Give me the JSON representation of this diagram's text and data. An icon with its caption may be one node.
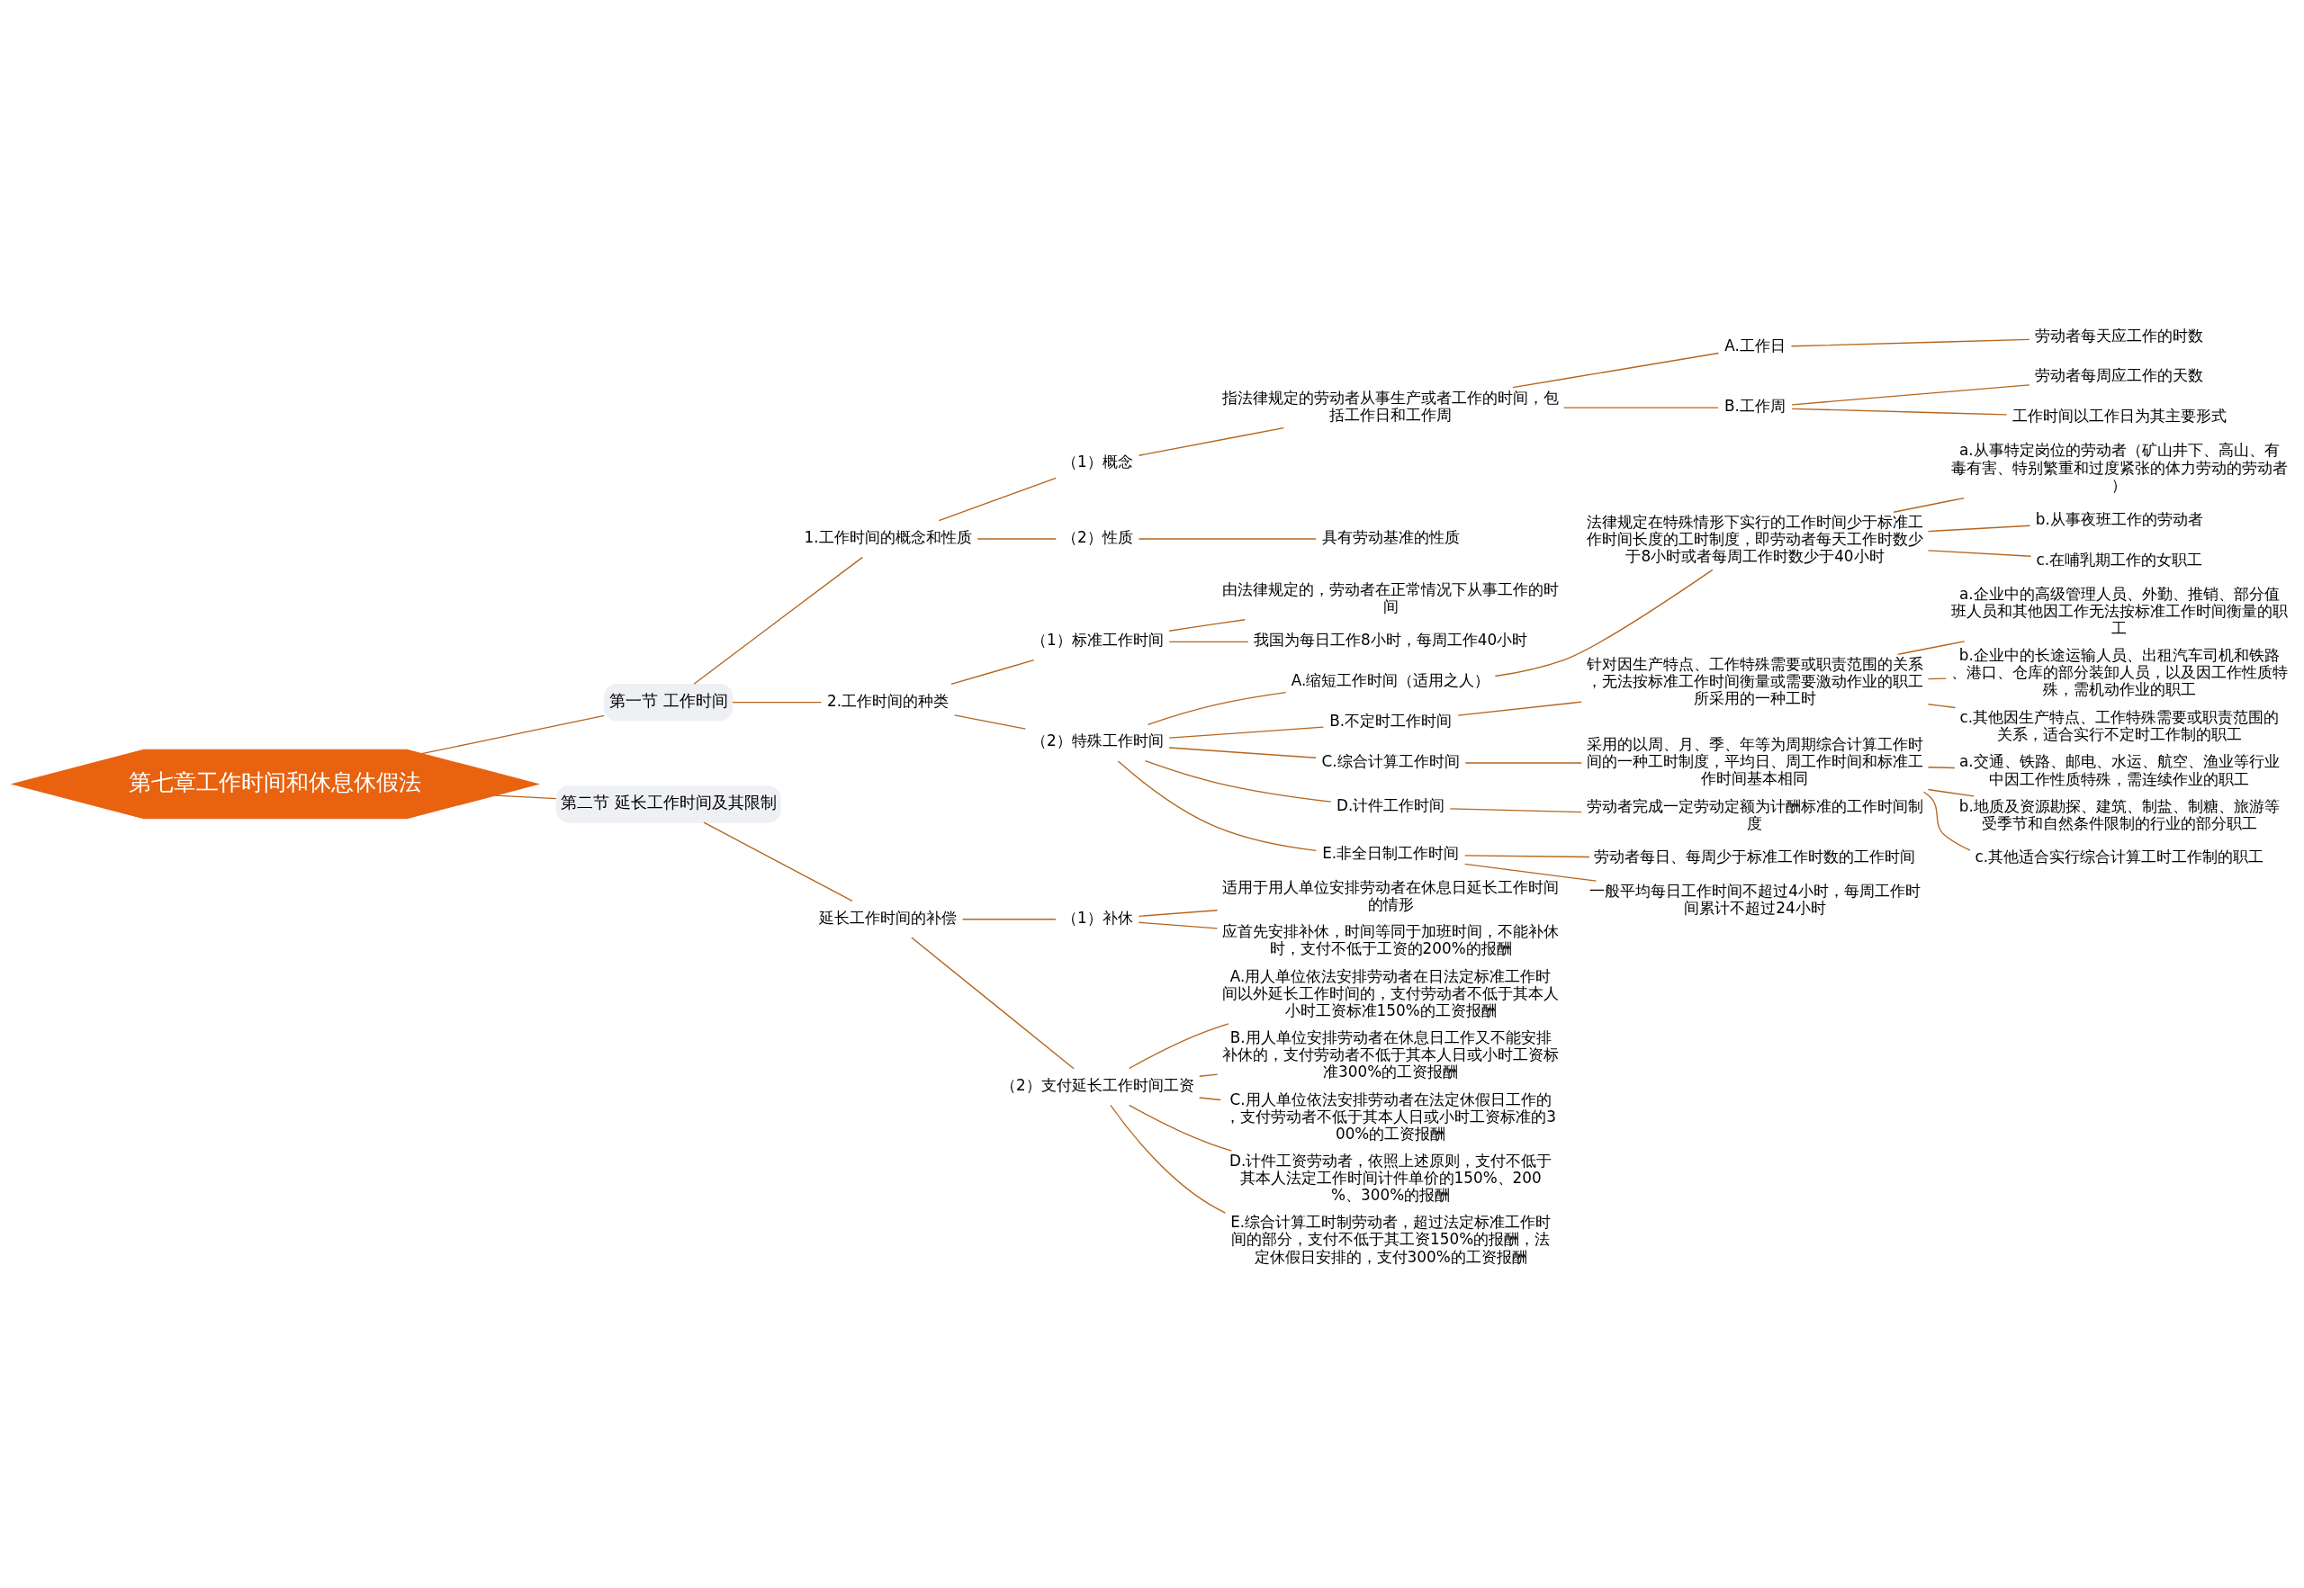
{
  "diagram": {
    "nodes": [
      {
        "text": [
          "第七章工作时间和休息休假法"
        ]
      },
      {
        "text": [
          "第一节 工作时间"
        ]
      },
      {
        "text": [
          "1.工作时间的概念和性质"
        ]
      },
      {
        "text": [
          "（1）概念"
        ]
      },
      {
        "text": [
          "指法律规定的劳动者从事生产或者工作的时间，包括工作日和工作周"
        ]
      },
      {
        "text": [
          "A.工作日"
        ]
      },
      {
        "text": [
          "劳动者每天应工作的时数"
        ]
      },
      {
        "text": [
          "B.工作周"
        ]
      },
      {
        "text": [
          "劳动者每周应工作的天数"
        ]
      },
      {
        "text": [
          "工作时间以工作日为其主要形式"
        ]
      },
      {
        "text": [
          "（2）性质"
        ]
      },
      {
        "text": [
          "具有劳动基准的性质"
        ]
      },
      {
        "text": [
          "2.工作时间的种类"
        ]
      },
      {
        "text": [
          "（1）标准工作时间"
        ]
      },
      {
        "text": [
          "由法律规定的，劳动者在正常情况下从事工作的时间"
        ]
      },
      {
        "text": [
          "我国为每日工作8小时，每周工作40小时"
        ]
      },
      {
        "text": [
          "（2）特殊工作时间"
        ]
      },
      {
        "text": [
          "A.缩短工作时间（适用之人）"
        ]
      },
      {
        "text": [
          "法律规定在特殊情形下实行的工作时间少于标准工作时间长度的工时制度，即劳动者每天工作时数少于8小时或者每周工作时数少于40小时"
        ]
      },
      {
        "text": [
          "a.从事特定岗位的劳动者（矿山井下、高山、有毒有害、特别繁重和过度紧张的体力劳动的劳动者）"
        ]
      },
      {
        "text": [
          "b.从事夜班工作的劳动者"
        ]
      },
      {
        "text": [
          "c.在哺乳期工作的女职工"
        ]
      },
      {
        "text": [
          "B.不定时工作时间"
        ]
      },
      {
        "text": [
          "针对因生产特点、工作特殊需要或职责范围的关系，无法按标准工作时间衡量或需要激动作业的职工所采用的一种工时"
        ]
      },
      {
        "text": [
          "a.企业中的高级管理人员、外勤、推销、部分值班人员和其他因工作无法按标准工作时间衡量的职工"
        ]
      },
      {
        "text": [
          "b.企业中的长途运输人员、出租汽车司机和铁路、港口、仓库的部分装卸人员，以及因工作性质特殊，需机动作业的职工"
        ]
      },
      {
        "text": [
          "c.其他因生产特点、工作特殊需要或职责范围的关系，适合实行不定时工作制的职工"
        ]
      },
      {
        "text": [
          "C.综合计算工作时间"
        ]
      },
      {
        "text": [
          "采用的以周、月、季、年等为周期综合计算工作时间的一种工时制度，平均日、周工作时间和标准工作时间基本相同"
        ]
      },
      {
        "text": [
          "a.交通、铁路、邮电、水运、航空、渔业等行业中因工作性质特殊，需连续作业的职工"
        ]
      },
      {
        "text": [
          "b.地质及资源勘探、建筑、制盐、制糖、旅游等受季节和自然条件限制的行业的部分职工"
        ]
      },
      {
        "text": [
          "c.其他适合实行综合计算工时工作制的职工"
        ]
      },
      {
        "text": [
          "D.计件工作时间"
        ]
      },
      {
        "text": [
          "劳动者完成一定劳动定额为计酬标准的工作时间制度"
        ]
      },
      {
        "text": [
          "E.非全日制工作时间"
        ]
      },
      {
        "text": [
          "劳动者每日、每周少于标准工作时数的工作时间"
        ]
      },
      {
        "text": [
          "一般平均每日工作时间不超过4小时，每周工作时间累计不超过24小时"
        ]
      },
      {
        "text": [
          "第二节 延长工作时间及其限制"
        ]
      },
      {
        "text": [
          "延长工作时间的补偿"
        ]
      },
      {
        "text": [
          "（1）补休"
        ]
      },
      {
        "text": [
          "适用于用人单位安排劳动者在休息日延长工作时间的情形"
        ]
      },
      {
        "text": [
          "应首先安排补休，时间等同于加班时间，不能补休时，支付不低于工资的200%的报酬"
        ]
      },
      {
        "text": [
          "（2）支付延长工作时间工资"
        ]
      },
      {
        "text": [
          "A.用人单位依法安排劳动者在日法定标准工作时间以外延长工作时间的，支付劳动者不低于其本人小时工资标准150%的工资报酬"
        ]
      },
      {
        "text": [
          "B.用人单位安排劳动者在休息日工作又不能安排补休的，支付劳动者不低于其本人日或小时工资标准300%的工资报酬"
        ]
      },
      {
        "text": [
          "C.用人单位依法安排劳动者在法定休假日工作的，支付劳动者不低于其本人日或小时工资标准的300%的工资报酬"
        ]
      },
      {
        "text": [
          "D.计件工资劳动者，依照上述原则，支付不低于其本人法定工作时间计件单价的150%、200%、300%的报酬"
        ]
      },
      {
        "text": [
          "E.综合计算工时制劳动者，超过法定标准工作时间的部分，支付不低于其工资150%的报酬，法定休假日安排的，支付300%的工资报酬"
        ]
      }
    ],
    "edges": [
      {
        "from": 0,
        "to": 1,
        "arrow": "none"
      },
      {
        "from": 1,
        "to": 2,
        "arrow": "none"
      },
      {
        "from": 2,
        "to": 3,
        "arrow": "none"
      },
      {
        "from": 3,
        "to": 4,
        "arrow": "none"
      },
      {
        "from": 4,
        "to": 5,
        "arrow": "none"
      },
      {
        "from": 5,
        "to": 6,
        "arrow": "none"
      },
      {
        "from": 4,
        "to": 7,
        "arrow": "none"
      },
      {
        "from": 7,
        "to": 8,
        "arrow": "none"
      },
      {
        "from": 7,
        "to": 9,
        "arrow": "none"
      },
      {
        "from": 2,
        "to": 10,
        "arrow": "none"
      },
      {
        "from": 10,
        "to": 11,
        "arrow": "none"
      },
      {
        "from": 1,
        "to": 12,
        "arrow": "none"
      },
      {
        "from": 12,
        "to": 13,
        "arrow": "none"
      },
      {
        "from": 13,
        "to": 14,
        "arrow": "none"
      },
      {
        "from": 13,
        "to": 15,
        "arrow": "none"
      },
      {
        "from": 12,
        "to": 16,
        "arrow": "none"
      },
      {
        "from": 16,
        "to": 17,
        "arrow": "none"
      },
      {
        "from": 17,
        "to": 18,
        "arrow": "none"
      },
      {
        "from": 18,
        "to": 19,
        "arrow": "none"
      },
      {
        "from": 18,
        "to": 20,
        "arrow": "none"
      },
      {
        "from": 18,
        "to": 21,
        "arrow": "none"
      },
      {
        "from": 16,
        "to": 22,
        "arrow": "none"
      },
      {
        "from": 22,
        "to": 23,
        "arrow": "none"
      },
      {
        "from": 23,
        "to": 24,
        "arrow": "none"
      },
      {
        "from": 23,
        "to": 25,
        "arrow": "none"
      },
      {
        "from": 23,
        "to": 26,
        "arrow": "none"
      },
      {
        "from": 16,
        "to": 27,
        "arrow": "none"
      },
      {
        "from": 27,
        "to": 28,
        "arrow": "none"
      },
      {
        "from": 28,
        "to": 29,
        "arrow": "none"
      },
      {
        "from": 28,
        "to": 30,
        "arrow": "none"
      },
      {
        "from": 28,
        "to": 31,
        "arrow": "none"
      },
      {
        "from": 16,
        "to": 32,
        "arrow": "none"
      },
      {
        "from": 32,
        "to": 33,
        "arrow": "none"
      },
      {
        "from": 16,
        "to": 34,
        "arrow": "none"
      },
      {
        "from": 34,
        "to": 35,
        "arrow": "none"
      },
      {
        "from": 34,
        "to": 36,
        "arrow": "none"
      },
      {
        "from": 0,
        "to": 37,
        "arrow": "none"
      },
      {
        "from": 37,
        "to": 38,
        "arrow": "none"
      },
      {
        "from": 38,
        "to": 39,
        "arrow": "none"
      },
      {
        "from": 39,
        "to": 40,
        "arrow": "none"
      },
      {
        "from": 39,
        "to": 41,
        "arrow": "none"
      },
      {
        "from": 38,
        "to": 42,
        "arrow": "none"
      },
      {
        "from": 42,
        "to": 43,
        "arrow": "none"
      },
      {
        "from": 42,
        "to": 44,
        "arrow": "none"
      },
      {
        "from": 42,
        "to": 45,
        "arrow": "none"
      },
      {
        "from": 42,
        "to": 46,
        "arrow": "none"
      },
      {
        "from": 42,
        "to": 47,
        "arrow": "none"
      }
    ]
  }
}
